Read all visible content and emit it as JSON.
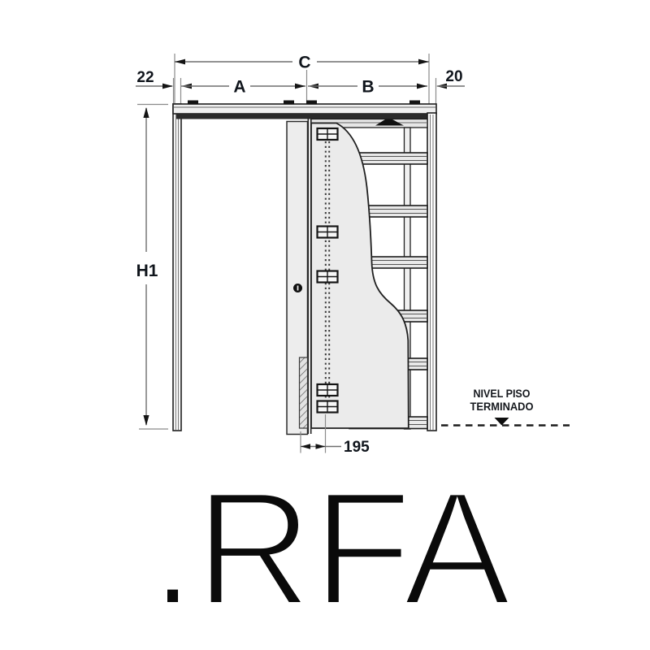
{
  "page": {
    "background": "#ffffff"
  },
  "diagram": {
    "name": "pocket-sliding-door-frame-elevation",
    "dimensions": {
      "overall_width": "C",
      "left_offset": "22",
      "clear_opening_width": "A",
      "pocket_width": "B",
      "right_offset": "20",
      "height": "H1",
      "bottom_inset": "195"
    },
    "annotations": {
      "floor_level_line1": "NIVEL PISO",
      "floor_level_line2": "TERMINADO"
    },
    "colors": {
      "outline": "#1f1f1f",
      "dimension_line": "#6e6e6e",
      "label_text": "#10151c",
      "panel_fill": "#ebebeb",
      "frame_fill": "#f0f0f0",
      "dark_fill": "#141414",
      "background": "#ffffff"
    }
  },
  "footer": {
    "file_extension": ".RFA"
  }
}
